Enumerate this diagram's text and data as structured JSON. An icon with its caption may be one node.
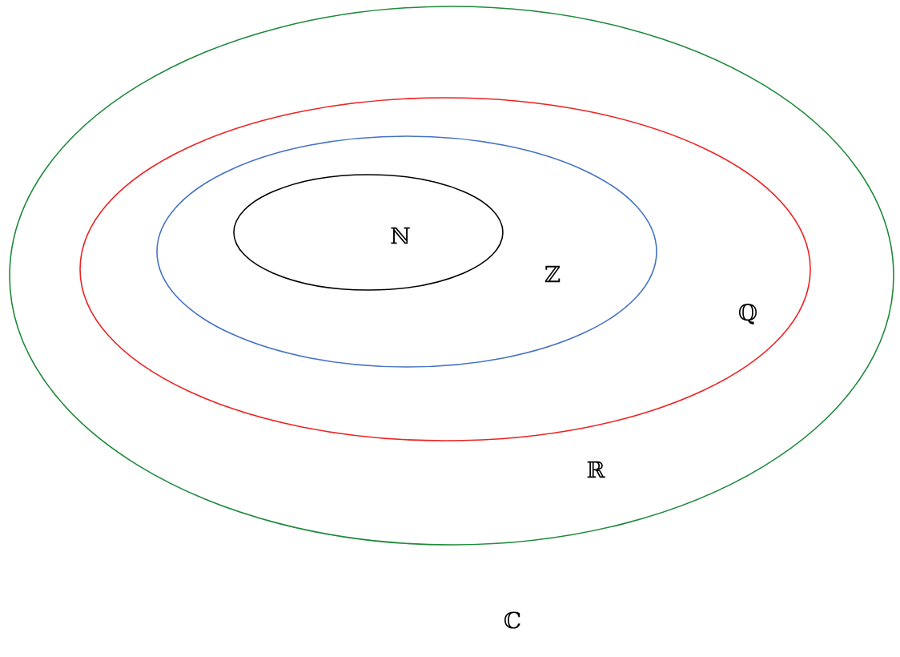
{
  "diagram": {
    "nodes": [
      {
        "text": [
          "ℝ"
        ]
      },
      {
        "text": [
          "ℚ"
        ],
        "in": 0
      },
      {
        "text": [
          "ℤ"
        ],
        "in": 1
      },
      {
        "text": [
          "ℕ"
        ],
        "in": 2
      }
    ],
    "labels": [
      "ℂ"
    ]
  }
}
